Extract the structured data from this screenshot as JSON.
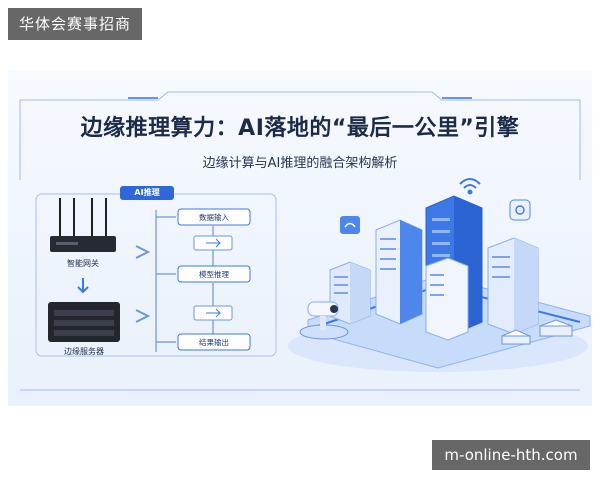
{
  "watermark_top": "华体会赛事招商",
  "watermark_bottom": "m-online-hth.com",
  "poster": {
    "title": "边缘推理算力：AI落地的“最后一公里”引擎",
    "subtitle": "边缘计算与AI推理的融合架构解析",
    "flow_tag": "AI推理",
    "devices": {
      "gateway": "智能网关",
      "server": "边缘服务器"
    },
    "flow_nodes": [
      "数据输入",
      "模型推理",
      "结果输出"
    ]
  },
  "colors": {
    "accent": "#2f67d8",
    "title": "#1c2b4a",
    "building": "#3d78e6"
  }
}
